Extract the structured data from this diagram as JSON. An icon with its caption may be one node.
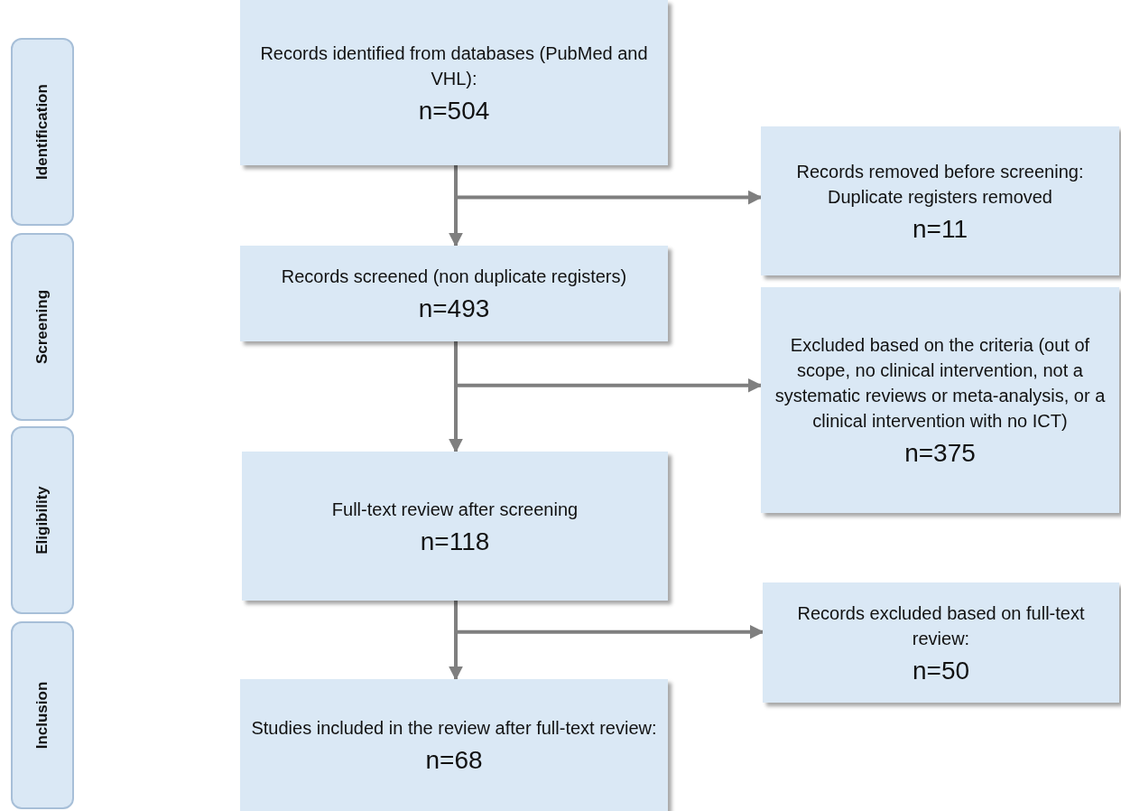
{
  "diagram": {
    "nodes": [
      {
        "text": [
          "Identification"
        ]
      },
      {
        "text": [
          "Screening"
        ]
      },
      {
        "text": [
          "Eligibility"
        ]
      },
      {
        "text": [
          "Inclusion"
        ]
      },
      {
        "text": [
          "Records identified from databases (PubMed and VHL):",
          "n=504"
        ]
      },
      {
        "text": [
          "Records removed before screening: Duplicate registers removed",
          "n=11"
        ]
      },
      {
        "text": [
          "Records screened (non duplicate registers)",
          "n=493"
        ]
      },
      {
        "text": [
          "Excluded based on the criteria (out of scope, no clinical intervention, not a systematic reviews or meta-analysis, or a clinical intervention with no ICT)",
          "n=375"
        ]
      },
      {
        "text": [
          "Full-text review after screening",
          "n=118"
        ]
      },
      {
        "text": [
          "Records excluded based on full-text review:",
          "n=50"
        ]
      },
      {
        "text": [
          "Studies included in the review after full-text review:",
          "n=68"
        ]
      }
    ],
    "edges": [
      {
        "from": 4,
        "to": 6,
        "arrow": "to"
      },
      {
        "from": 4,
        "to": 5,
        "arrow": "to"
      },
      {
        "from": 6,
        "to": 8,
        "arrow": "to"
      },
      {
        "from": 6,
        "to": 7,
        "arrow": "to"
      },
      {
        "from": 8,
        "to": 10,
        "arrow": "to"
      },
      {
        "from": 8,
        "to": 9,
        "arrow": "to"
      }
    ]
  }
}
